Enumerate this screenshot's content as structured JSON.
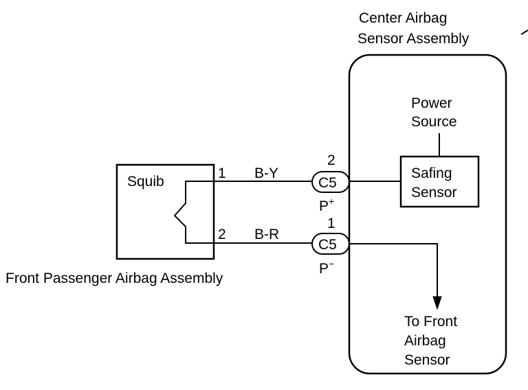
{
  "center_assembly": {
    "title_line1": "Center Airbag",
    "title_line2": "Sensor Assembly",
    "power_line1": "Power",
    "power_line2": "Source",
    "safing_line1": "Safing",
    "safing_line2": "Sensor",
    "to_front_line1": "To Front",
    "to_front_line2": "Airbag",
    "to_front_line3": "Sensor"
  },
  "passenger_assembly": {
    "title": "Front Passenger Airbag Assembly",
    "squib_label": "Squib"
  },
  "wires": {
    "upper": {
      "pin": "1",
      "color_code": "B-Y"
    },
    "lower": {
      "pin": "2",
      "color_code": "B-R"
    }
  },
  "connectors": {
    "upper": {
      "pin": "2",
      "name": "C5",
      "terminal_base": "P",
      "terminal_sign": "+"
    },
    "lower": {
      "pin": "1",
      "name": "C5",
      "terminal_base": "P",
      "terminal_sign": "−"
    }
  }
}
